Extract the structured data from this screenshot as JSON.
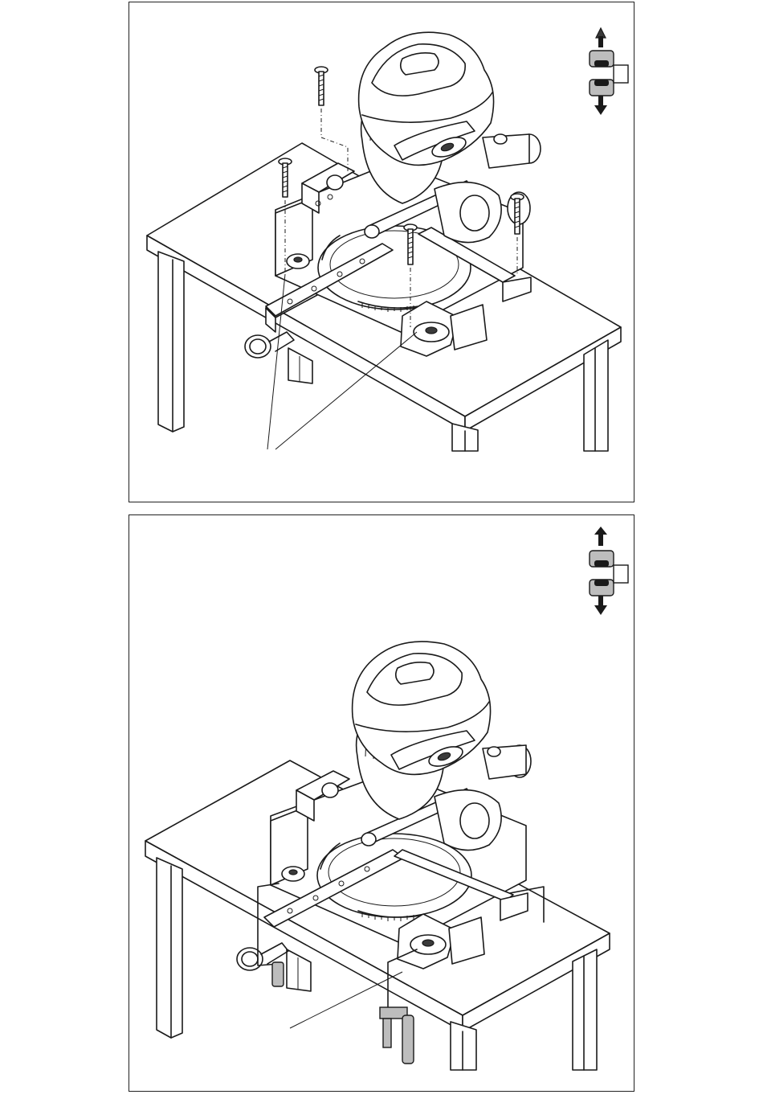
{
  "figures": [
    {
      "id": "mount-with-screws",
      "icons": [
        "lift-two-person-icon",
        "screw-icon",
        "miter-saw-illustration",
        "workbench-illustration"
      ]
    },
    {
      "id": "mount-with-clamps",
      "icons": [
        "lift-two-person-icon",
        "clamp-icon",
        "miter-saw-illustration",
        "workbench-illustration"
      ]
    }
  ],
  "colors": {
    "line": "#1a1a1a",
    "shade": "#bdbdbd",
    "dark_shade": "#3a3a3a",
    "background": "#ffffff"
  }
}
